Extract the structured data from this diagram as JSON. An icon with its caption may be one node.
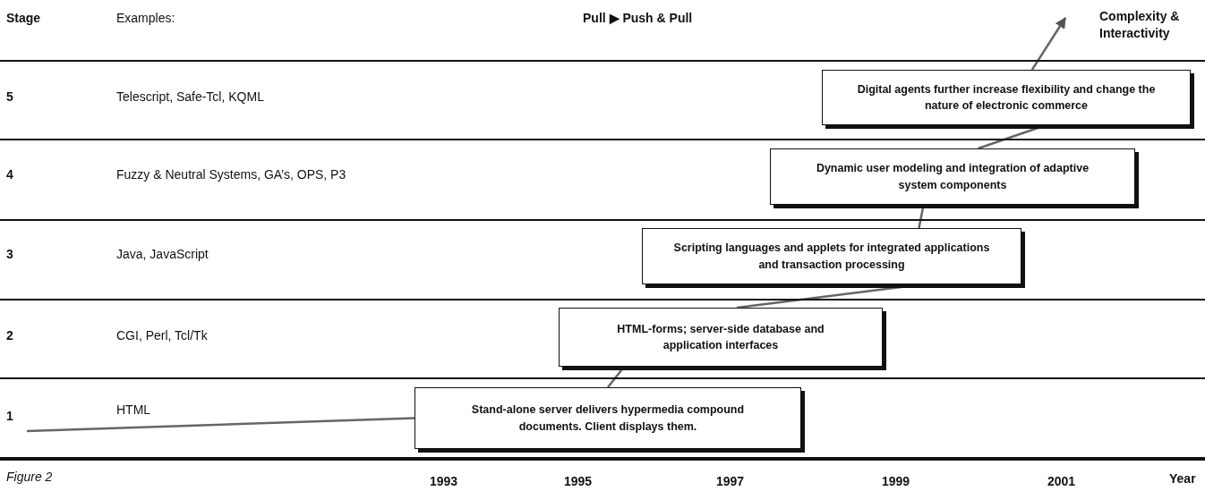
{
  "diagram": {
    "nodes": [
      {
        "text": [
          "Complexity & Interactivity"
        ]
      },
      {
        "text": [
          "Digital agents further increase flexibility and change the nature of electronic commerce"
        ]
      },
      {
        "text": [
          "Dynamic user modeling and integration of adaptive system components"
        ]
      },
      {
        "text": [
          "Scripting languages and applets for integrated applications and transaction processing"
        ]
      },
      {
        "text": [
          "HTML-forms; server-side database and application interfaces"
        ]
      },
      {
        "text": [
          "Stand-alone server delivers hypermedia compound documents. Client displays them."
        ]
      }
    ],
    "edges": [
      {
        "from": null,
        "to": 5,
        "arrow": "none"
      },
      {
        "from": 5,
        "to": 4,
        "arrow": "none"
      },
      {
        "from": 4,
        "to": 3,
        "arrow": "none"
      },
      {
        "from": 3,
        "to": 2,
        "arrow": "none"
      },
      {
        "from": 2,
        "to": 1,
        "arrow": "none"
      },
      {
        "from": 1,
        "to": 0,
        "arrow": "to"
      }
    ],
    "labels": [
      "Stage",
      "Examples:",
      "Pull ▶ Push & Pull",
      "5",
      "Telescript, Safe-Tcl, KQML",
      "4",
      "Fuzzy & Neutral Systems, GA’s, OPS, P3",
      "3",
      "Java, JavaScript",
      "2",
      "CGI, Perl, Tcl/Tk",
      "1",
      "HTML",
      "Figure 2",
      "1993",
      "1995",
      "1997",
      "1999",
      "2001",
      "Year"
    ]
  }
}
